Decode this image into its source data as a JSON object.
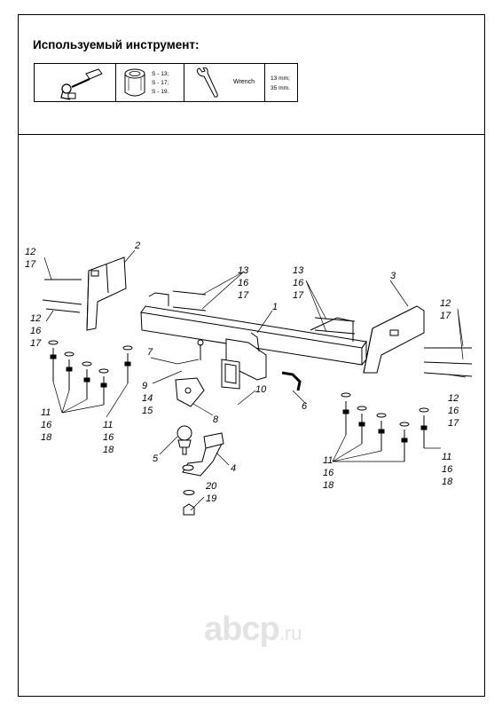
{
  "header": {
    "title": "Используемый инструмент:"
  },
  "tools": {
    "socket_sizes": [
      "S - 13;",
      "S - 17;",
      "S - 19."
    ],
    "wrench_label": "Wrench",
    "wrench_sizes": [
      "13 mm;",
      "35 mm."
    ]
  },
  "callouts": {
    "c1": "1",
    "c2": "2",
    "c3": "3",
    "c4": "4",
    "c5": "5",
    "c6": "6",
    "c7": "7",
    "c8": "8",
    "c9": "9",
    "c10": "10",
    "left_top": [
      "12",
      "17"
    ],
    "left_mid": [
      "12",
      "16",
      "17"
    ],
    "left_bottom": [
      "11",
      "16",
      "18"
    ],
    "left_bottom2": [
      "11",
      "16",
      "18"
    ],
    "center_top": [
      "13",
      "16",
      "17"
    ],
    "right_top": [
      "13",
      "16",
      "17"
    ],
    "right_upper": [
      "12",
      "17"
    ],
    "right_mid": [
      "12",
      "16",
      "17"
    ],
    "right_bottom": [
      "11",
      "16",
      "18"
    ],
    "right_bottom2": [
      "11",
      "16",
      "18"
    ],
    "hitch": [
      "14",
      "15"
    ],
    "nut": [
      "20",
      "19"
    ]
  },
  "watermark": {
    "brand": "abcp",
    "tld": ".ru"
  }
}
